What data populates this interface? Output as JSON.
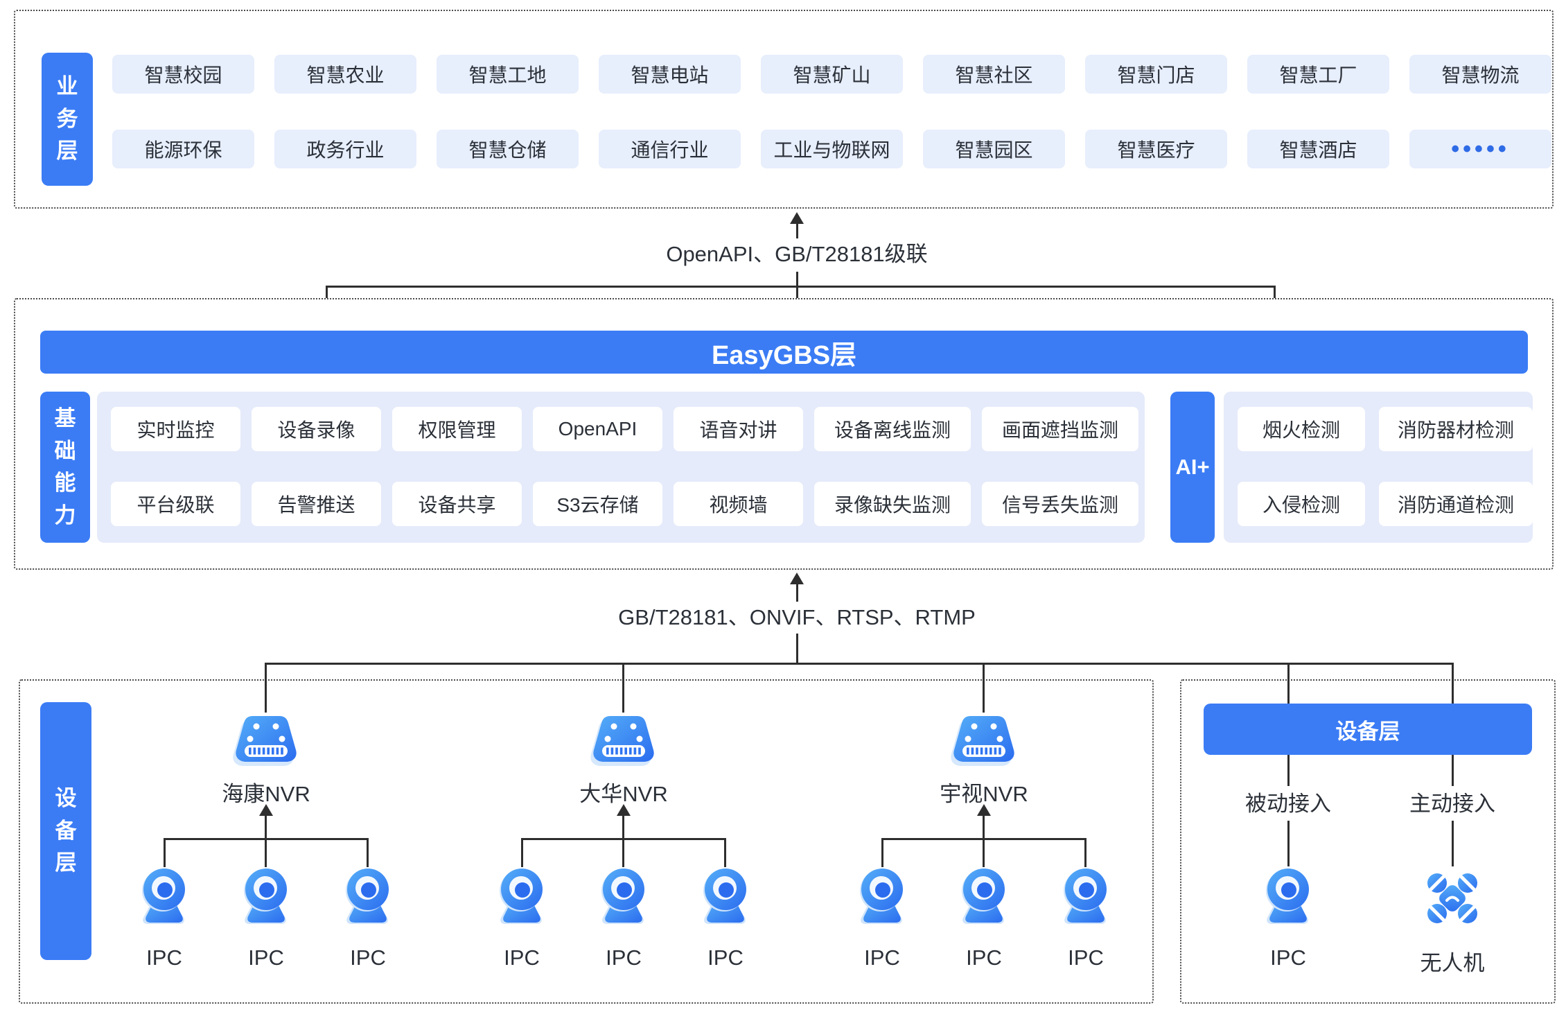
{
  "business_layer": {
    "label": "业务层",
    "row1": [
      "智慧校园",
      "智慧农业",
      "智慧工地",
      "智慧电站",
      "智慧矿山",
      "智慧社区",
      "智慧门店",
      "智慧工厂",
      "智慧物流"
    ],
    "row2": [
      "能源环保",
      "政务行业",
      "智慧仓储",
      "通信行业",
      "工业与物联网",
      "智慧园区",
      "智慧医疗",
      "智慧酒店",
      "•••••"
    ]
  },
  "connector_top": {
    "label": "OpenAPI、GB/T28181级联"
  },
  "platform_layer": {
    "banner": "EasyGBS层",
    "label": "基础能力",
    "row1": [
      "实时监控",
      "设备录像",
      "权限管理",
      "OpenAPI",
      "语音对讲",
      "设备离线监测",
      "画面遮挡监测"
    ],
    "row2": [
      "平台级联",
      "告警推送",
      "设备共享",
      "S3云存储",
      "视频墙",
      "录像缺失监测",
      "信号丢失监测"
    ],
    "ai_label": "AI+",
    "ai_row1": [
      "烟火检测",
      "消防器材检测"
    ],
    "ai_row2": [
      "入侵检测",
      "消防通道检测"
    ]
  },
  "connector_bottom": {
    "label": "GB/T28181、ONVIF、RTSP、RTMP"
  },
  "device_layer": {
    "label": "设备层",
    "groups": [
      {
        "name": "海康NVR",
        "cameras": [
          "IPC",
          "IPC",
          "IPC"
        ]
      },
      {
        "name": "大华NVR",
        "cameras": [
          "IPC",
          "IPC",
          "IPC"
        ]
      },
      {
        "name": "宇视NVR",
        "cameras": [
          "IPC",
          "IPC",
          "IPC"
        ]
      }
    ]
  },
  "device_layer_right": {
    "banner": "设备层",
    "columns": [
      {
        "label": "被动接入",
        "device": "IPC"
      },
      {
        "label": "主动接入",
        "device": "无人机"
      }
    ]
  },
  "icons": {
    "nvr": "nvr-recorder-icon",
    "ipc": "webcam-camera-icon",
    "drone": "quadcopter-drone-icon",
    "more": "blue-ellipsis-dots"
  },
  "colors": {
    "primary_blue": "#3B7CF5",
    "icon_gradient_start": "#55AEF8",
    "icon_gradient_end": "#2B6CEF",
    "chip_bg": "#E7EEFC",
    "panel_bg": "#E5EBFA",
    "text": "#2B3038",
    "line": "#2E2E2E",
    "dots_blue": "#2E6BE6"
  }
}
